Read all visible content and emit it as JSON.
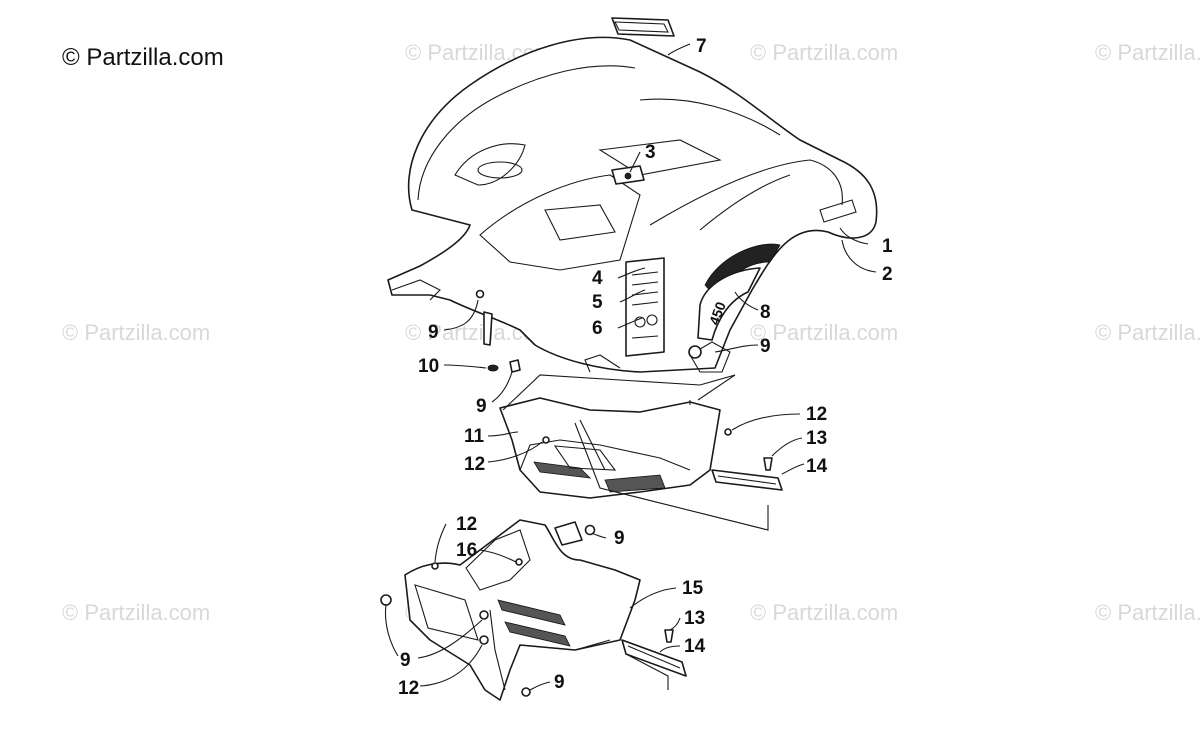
{
  "copyright": "© Partzilla.com",
  "watermark": "© Partzilla.com",
  "decal_text": "450",
  "callouts": {
    "c1": "1",
    "c2": "2",
    "c3": "3",
    "c4": "4",
    "c5": "5",
    "c6": "6",
    "c7": "7",
    "c8": "8",
    "c9a": "9",
    "c9b": "9",
    "c9c": "9",
    "c9d": "9",
    "c9e": "9",
    "c9f": "9",
    "c10": "10",
    "c11": "11",
    "c12a": "12",
    "c12b": "12",
    "c12c": "12",
    "c12d": "12",
    "c13a": "13",
    "c13b": "13",
    "c14a": "14",
    "c14b": "14",
    "c15": "15",
    "c16": "16"
  }
}
